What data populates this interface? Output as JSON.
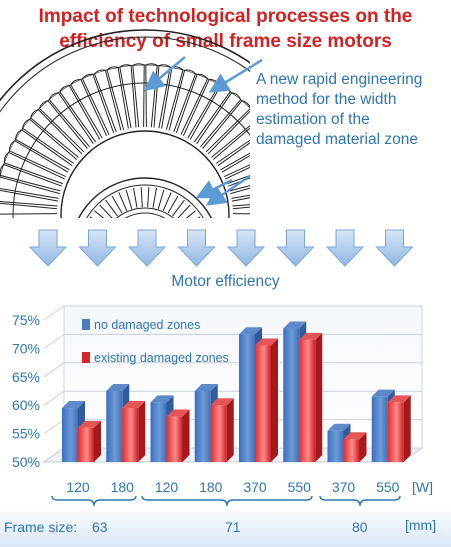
{
  "title": {
    "line1": "Impact of technological processes on the",
    "line2": "efficiency of small frame size motors"
  },
  "annotation": {
    "line1": "A new rapid engineering",
    "line2": "method for the width",
    "line3": "estimation of the",
    "line4": "damaged material zone"
  },
  "motor_efficiency_label": "Motor efficiency",
  "colors": {
    "title": "#d42020",
    "accent": "#2e75b6",
    "series_no_damage": "#4a7cc4",
    "series_damage": "#d9262a"
  },
  "x_unit": "[W]",
  "frame": {
    "label": "Frame size:",
    "sizes": [
      "63",
      "71",
      "80"
    ],
    "unit": "[mm]"
  },
  "chart_data": {
    "type": "bar",
    "categories": [
      "120",
      "180",
      "120",
      "180",
      "370",
      "550",
      "370",
      "550"
    ],
    "series": [
      {
        "name": "no damaged zones",
        "values": [
          59.5,
          62.5,
          60.5,
          62.5,
          72.5,
          73.5,
          55.5,
          61.5
        ]
      },
      {
        "name": "existing damaged zones",
        "values": [
          56,
          59.5,
          58,
          60,
          70.5,
          71.5,
          54,
          60.5
        ]
      }
    ],
    "ylim": [
      50,
      75
    ],
    "yticks": [
      "50%",
      "55%",
      "60%",
      "65%",
      "70%",
      "75%"
    ],
    "grid": true,
    "legend": "top-left"
  }
}
